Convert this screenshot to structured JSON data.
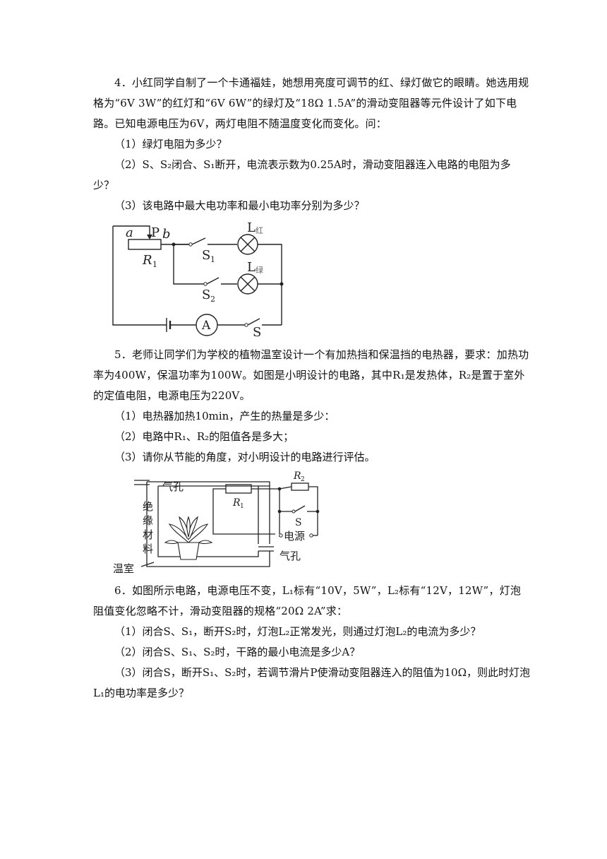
{
  "q4": {
    "stem": "4．小红同学自制了一个卡通福娃，她想用亮度可调节的红、绿灯做它的眼睛。她选用规格为“6V 3W”的红灯和“6V 6W”的绿灯及“18Ω 1.5A”的滑动变阻器等元件设计了如下电路。已知电源电压为6V，两灯电阻不随温度变化而变化。问：",
    "sub1": "（1）绿灯电阻为多少？",
    "sub2": "（2）S、S₂闭合、S₁断开，电流表示数为0.25A时，滑动变阻器连入电路的电阻为多少？",
    "sub3": "（3）该电路中最大电功率和最小电功率分别为多少？",
    "fig": {
      "a": "a",
      "P": "P",
      "b": "b",
      "R1": "R",
      "R1_sub": "1",
      "S1": "S",
      "S1_sub": "1",
      "S2": "S",
      "S2_sub": "2",
      "Lred": "L",
      "Lred_sub": "红",
      "Lgreen": "L",
      "Lgreen_sub": "绿",
      "A": "A",
      "S": "S"
    }
  },
  "q5": {
    "stem": "5．老师让同学们为学校的植物温室设计一个有加热挡和保温挡的电热器，要求：加热功率为400W，保温功率为100W。如图是小明设计的电路，其中R₁是发热体，R₂是置于室外的定值电阻，电源电压为220V。",
    "sub1": "（1）电热器加热10min，产生的热量是多少：",
    "sub2": "（2）电路中R₁、R₂的阻值各是多大；",
    "sub3": "（3）请你从节能的角度，对小明设计的电路进行评估。",
    "fig": {
      "vent_top": "气孔",
      "vent_bottom": "气孔",
      "insulation": [
        "绝",
        "缘",
        "材",
        "料"
      ],
      "greenhouse": "温室",
      "power": "电源",
      "R1": "R",
      "R1_sub": "1",
      "R2": "R",
      "R2_sub": "2",
      "S": "S"
    }
  },
  "q6": {
    "stem": "6．如图所示电路，电源电压不变，L₁标有“10V，5W”，L₂标有“12V，12W”，灯泡阻值变化忽略不计，滑动变阻器的规格“20Ω 2A”求：",
    "sub1": "（1）闭合S、S₁，断开S₂时，灯泡L₂正常发光，则通过灯泡L₂的电流为多少？",
    "sub2": "（2）闭合S、S₁、S₂时，干路的最小电流是多少A？",
    "sub3": "（3）闭合S，断开S₁、S₂时，若调节滑片P使滑动变阻器连入的阻值为10Ω，则此时灯泡L₁的电功率是多少？"
  }
}
